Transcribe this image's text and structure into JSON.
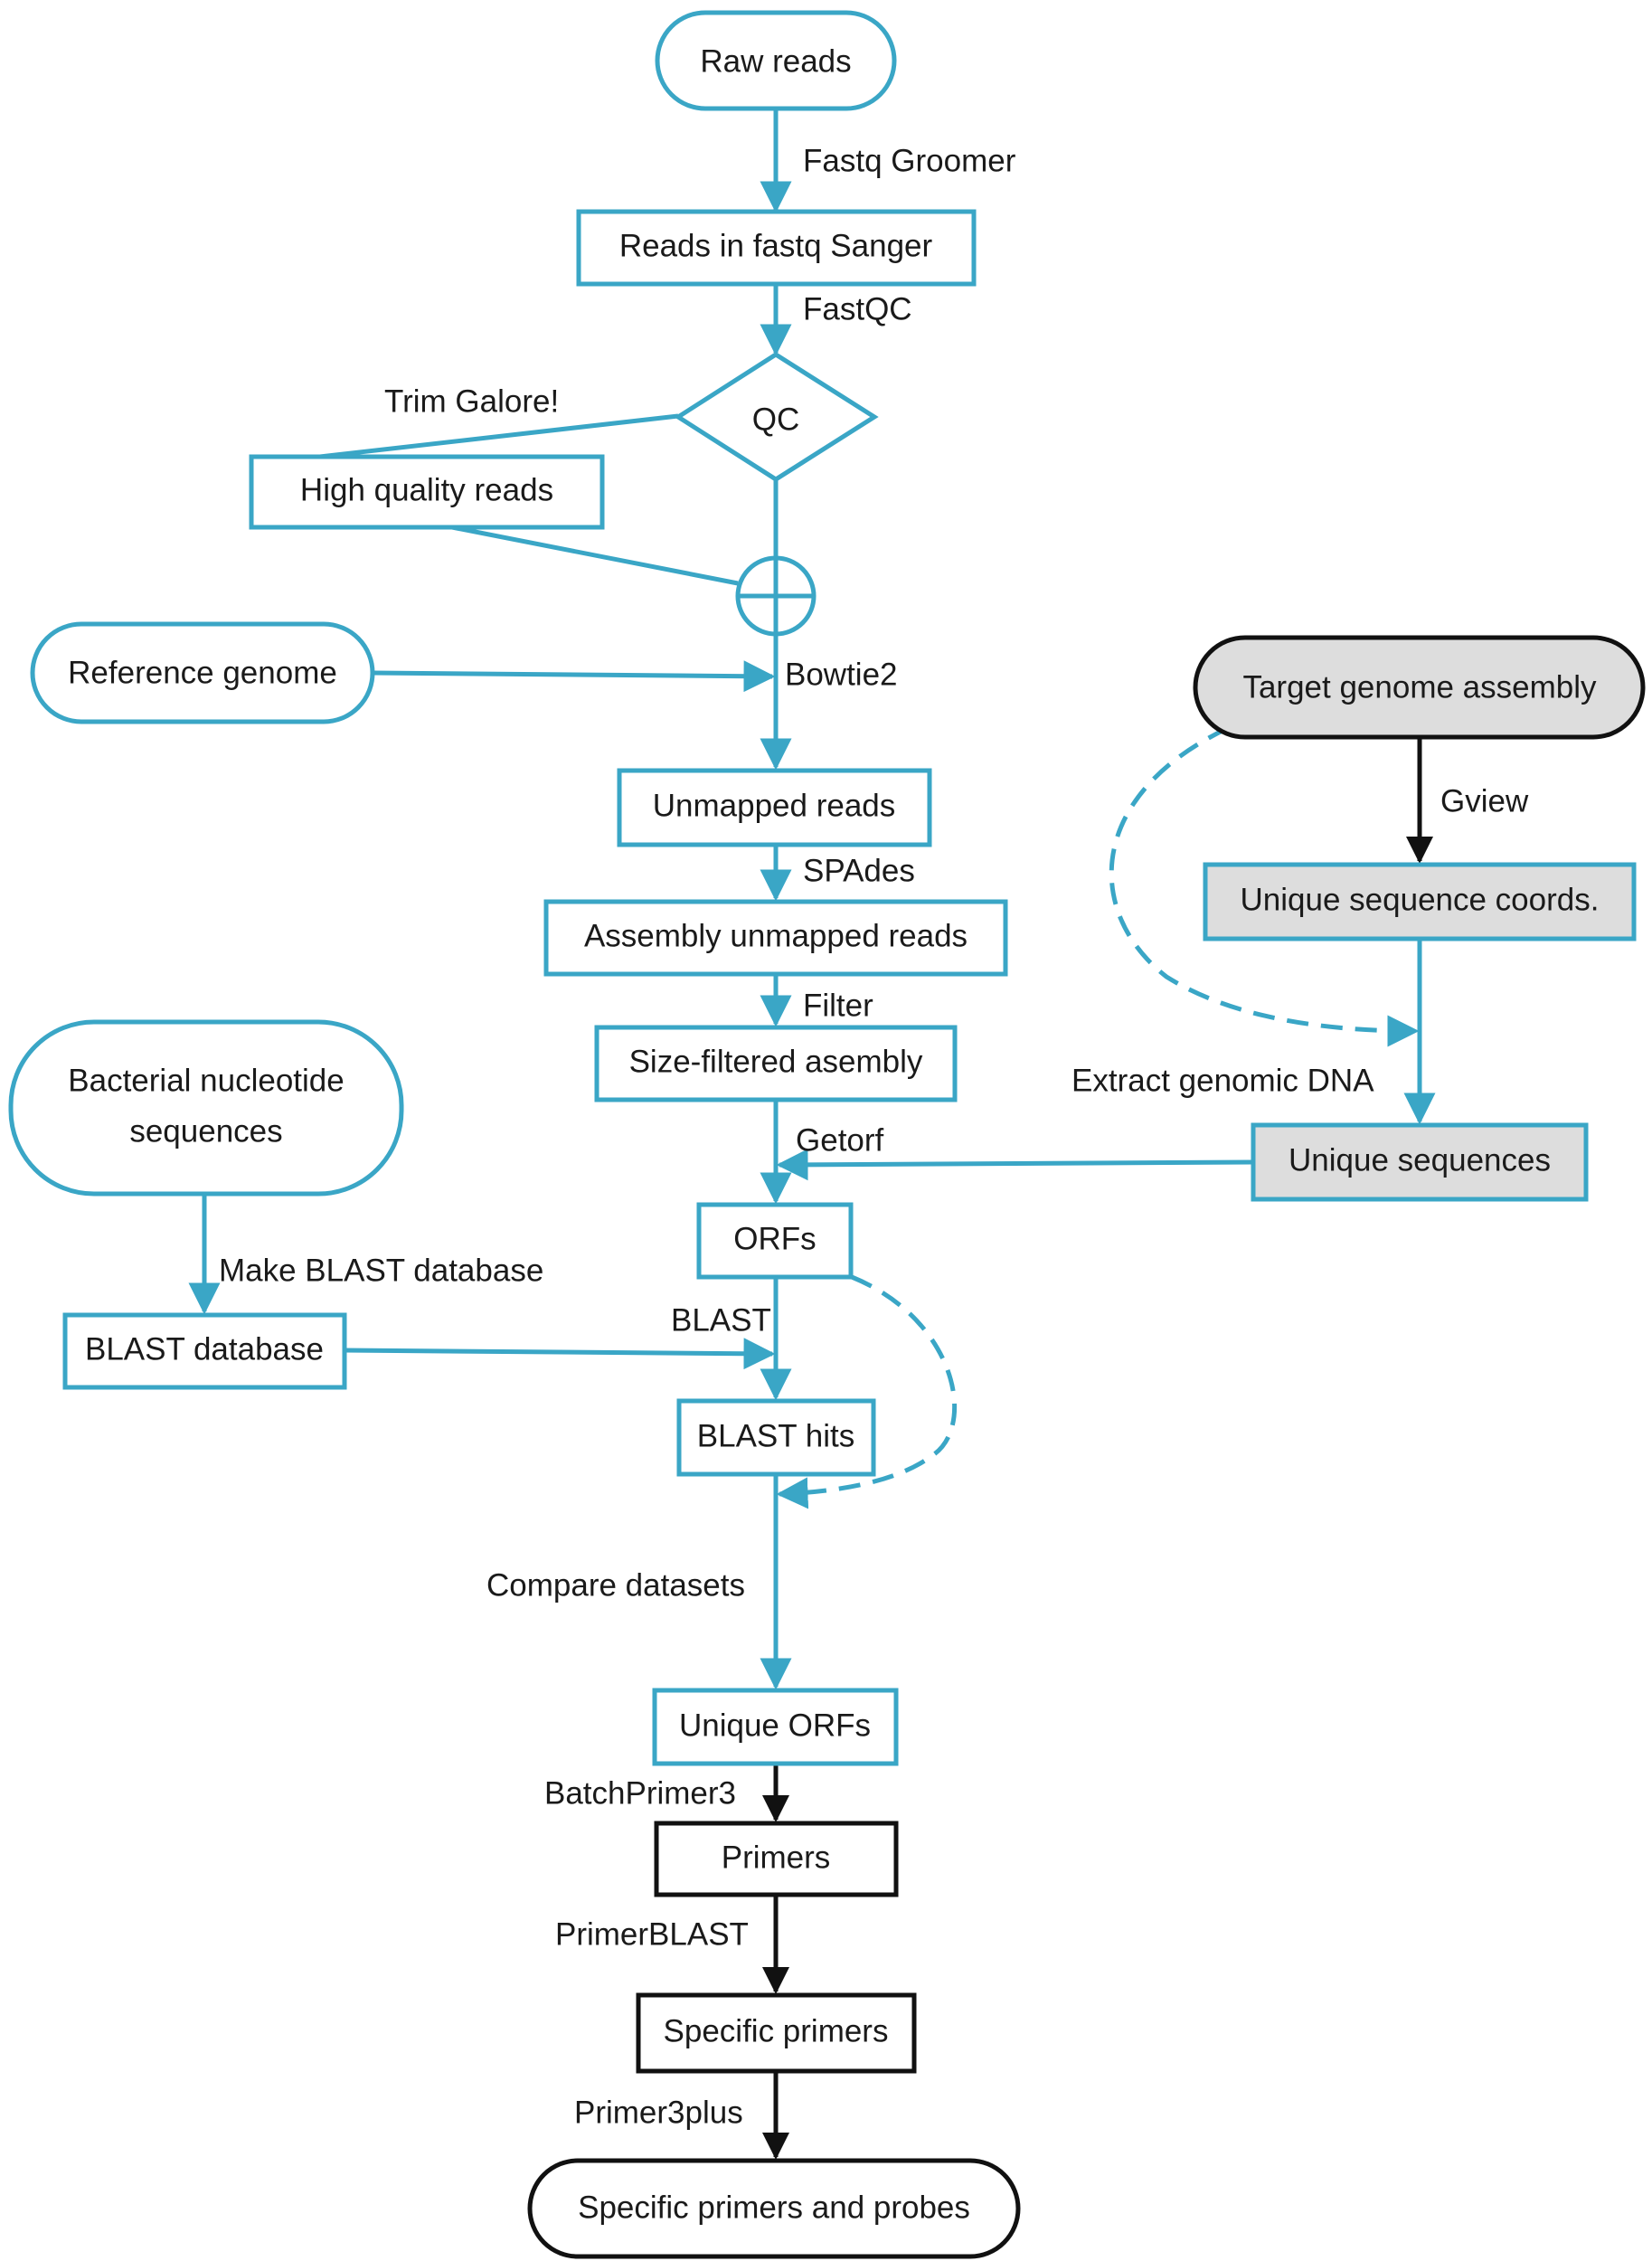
{
  "colors": {
    "teal": "#3aa6c6",
    "black": "#111111",
    "gray_fill": "#dddddd",
    "white": "#ffffff"
  },
  "nodes": {
    "raw_reads": "Raw reads",
    "reads_fastq": "Reads in fastq Sanger",
    "qc": "QC",
    "high_quality": "High quality reads",
    "reference_genome": "Reference genome",
    "unmapped_reads": "Unmapped reads",
    "assembly_unmapped": "Assembly unmapped reads",
    "size_filtered": "Size-filtered asembly",
    "bacterial_line1": "Bacterial nucleotide",
    "bacterial_line2": "sequences",
    "orfs": "ORFs",
    "blast_database": "BLAST database",
    "blast_hits": "BLAST hits",
    "unique_orfs": "Unique ORFs",
    "primers": "Primers",
    "specific_primers": "Specific primers",
    "specific_primers_probes": "Specific primers and probes",
    "target_genome": "Target genome assembly",
    "unique_coords": "Unique sequence coords.",
    "unique_sequences": "Unique sequences"
  },
  "edges": {
    "fastq_groomer": "Fastq Groomer",
    "fastqc": "FastQC",
    "trim_galore": "Trim Galore!",
    "bowtie2": "Bowtie2",
    "spades": "SPAdes",
    "filter": "Filter",
    "getorf": "Getorf",
    "make_blast_db": "Make BLAST database",
    "blast": "BLAST",
    "compare_datasets": "Compare datasets",
    "batchprimer3": "BatchPrimer3",
    "primerblast": "PrimerBLAST",
    "primer3plus": "Primer3plus",
    "gview": "Gview",
    "extract_dna": "Extract genomic DNA"
  }
}
